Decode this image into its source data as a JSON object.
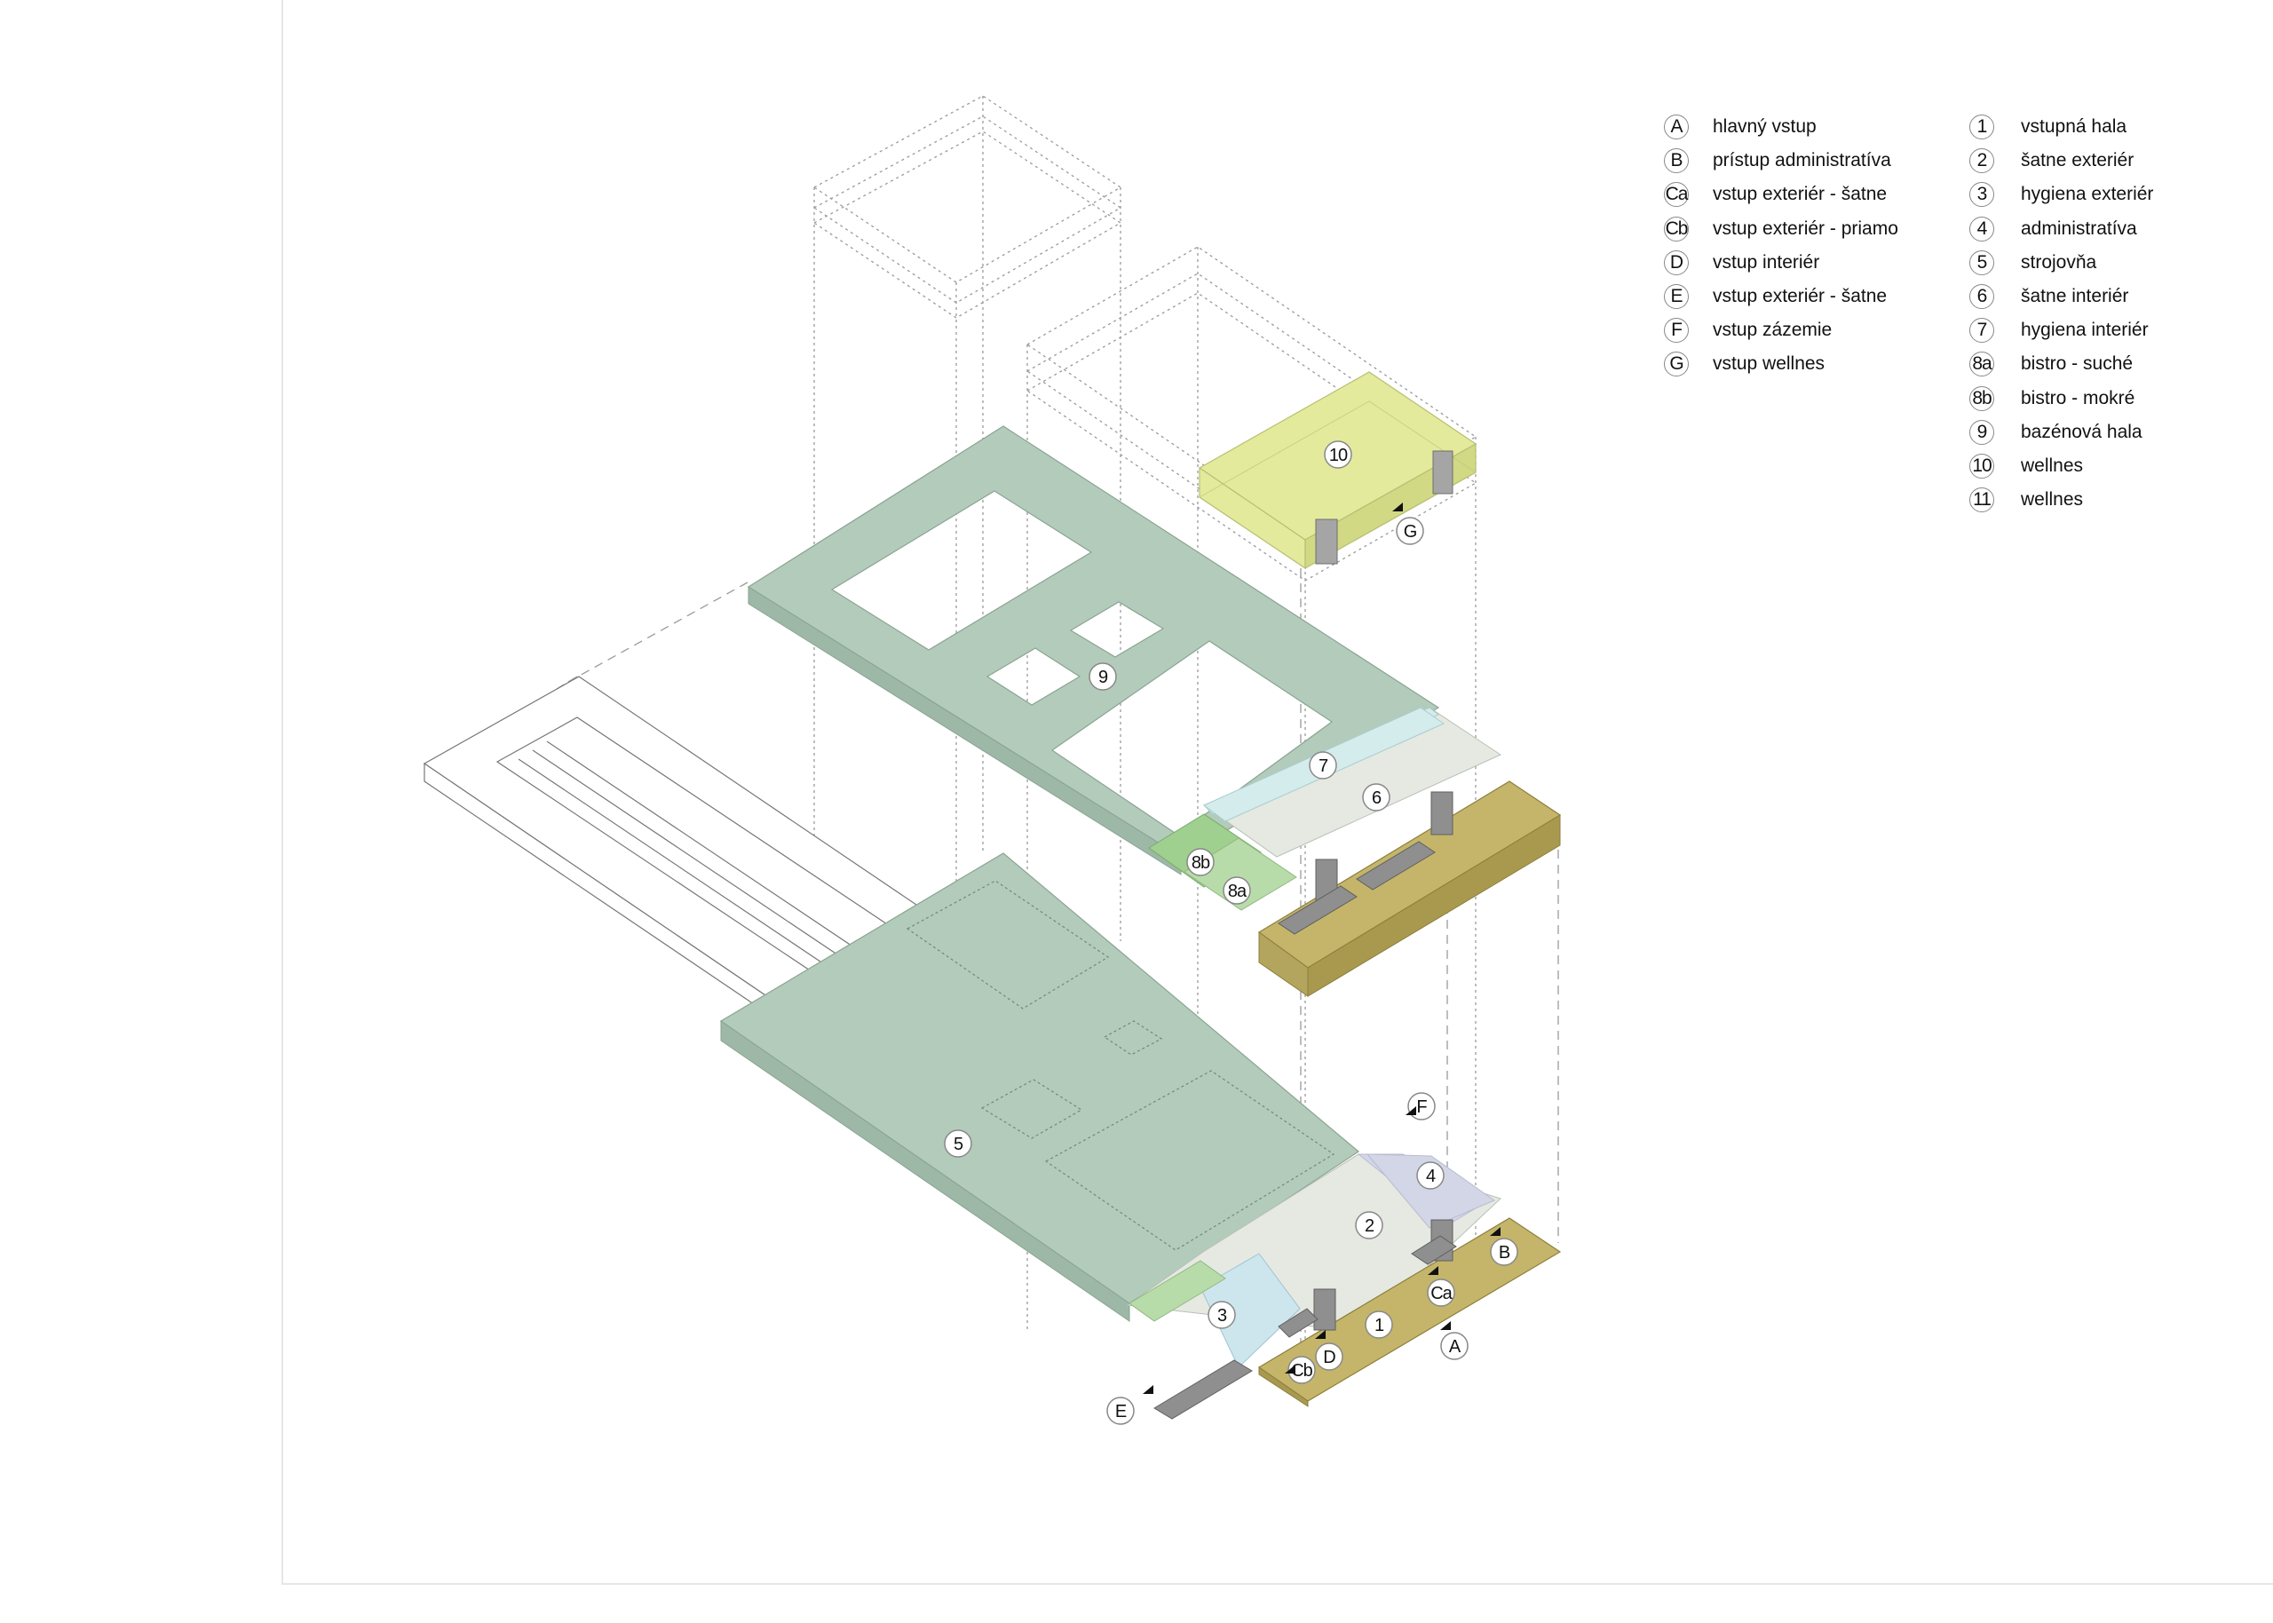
{
  "legend_entrances": [
    {
      "code": "A",
      "label": "hlavný vstup"
    },
    {
      "code": "B",
      "label": "prístup administratíva"
    },
    {
      "code": "Ca",
      "label": "vstup exteriér - šatne"
    },
    {
      "code": "Cb",
      "label": "vstup exteriér - priamo"
    },
    {
      "code": "D",
      "label": "vstup interiér"
    },
    {
      "code": "E",
      "label": "vstup exteriér - šatne"
    },
    {
      "code": "F",
      "label": "vstup zázemie"
    },
    {
      "code": "G",
      "label": "vstup wellnes"
    }
  ],
  "legend_rooms": [
    {
      "code": "1",
      "label": "vstupná hala"
    },
    {
      "code": "2",
      "label": "šatne exteriér"
    },
    {
      "code": "3",
      "label": "hygiena exteriér"
    },
    {
      "code": "4",
      "label": "administratíva"
    },
    {
      "code": "5",
      "label": "strojovňa"
    },
    {
      "code": "6",
      "label": "šatne interiér"
    },
    {
      "code": "7",
      "label": "hygiena interiér"
    },
    {
      "code": "8a",
      "label": "bistro - suché"
    },
    {
      "code": "8b",
      "label": "bistro - mokré"
    },
    {
      "code": "9",
      "label": "bazénová hala"
    },
    {
      "code": "10",
      "label": "wellnes"
    },
    {
      "code": "11",
      "label": "wellnes"
    }
  ],
  "diagram_markers": {
    "room_1": "1",
    "room_2": "2",
    "room_3": "3",
    "room_4": "4",
    "room_5": "5",
    "room_6": "6",
    "room_7": "7",
    "room_8a": "8a",
    "room_8b": "8b",
    "room_9": "9",
    "room_10": "10",
    "entry_A": "A",
    "entry_B": "B",
    "entry_Ca": "Ca",
    "entry_Cb": "Cb",
    "entry_D": "D",
    "entry_E": "E",
    "entry_F": "F",
    "entry_G": "G"
  },
  "colors": {
    "floor_green": "#b3cbbb",
    "floor_green_side": "#9db8a6",
    "wellnes_yellow": "#e3ea9c",
    "wellnes_yellow_side": "#d2d984",
    "olive": "#c4b56a",
    "olive_side": "#a8994f",
    "hygiene_cyan": "#d5ecec",
    "hygiene_ext_blue": "#cde6ee",
    "dressing_grey": "#e5e9e2",
    "admin_lavender": "#d3d6e6",
    "bistro_green": "#9fd08f",
    "bistro_green2": "#b8dca9",
    "stairs_grey": "#8f8f8f"
  }
}
